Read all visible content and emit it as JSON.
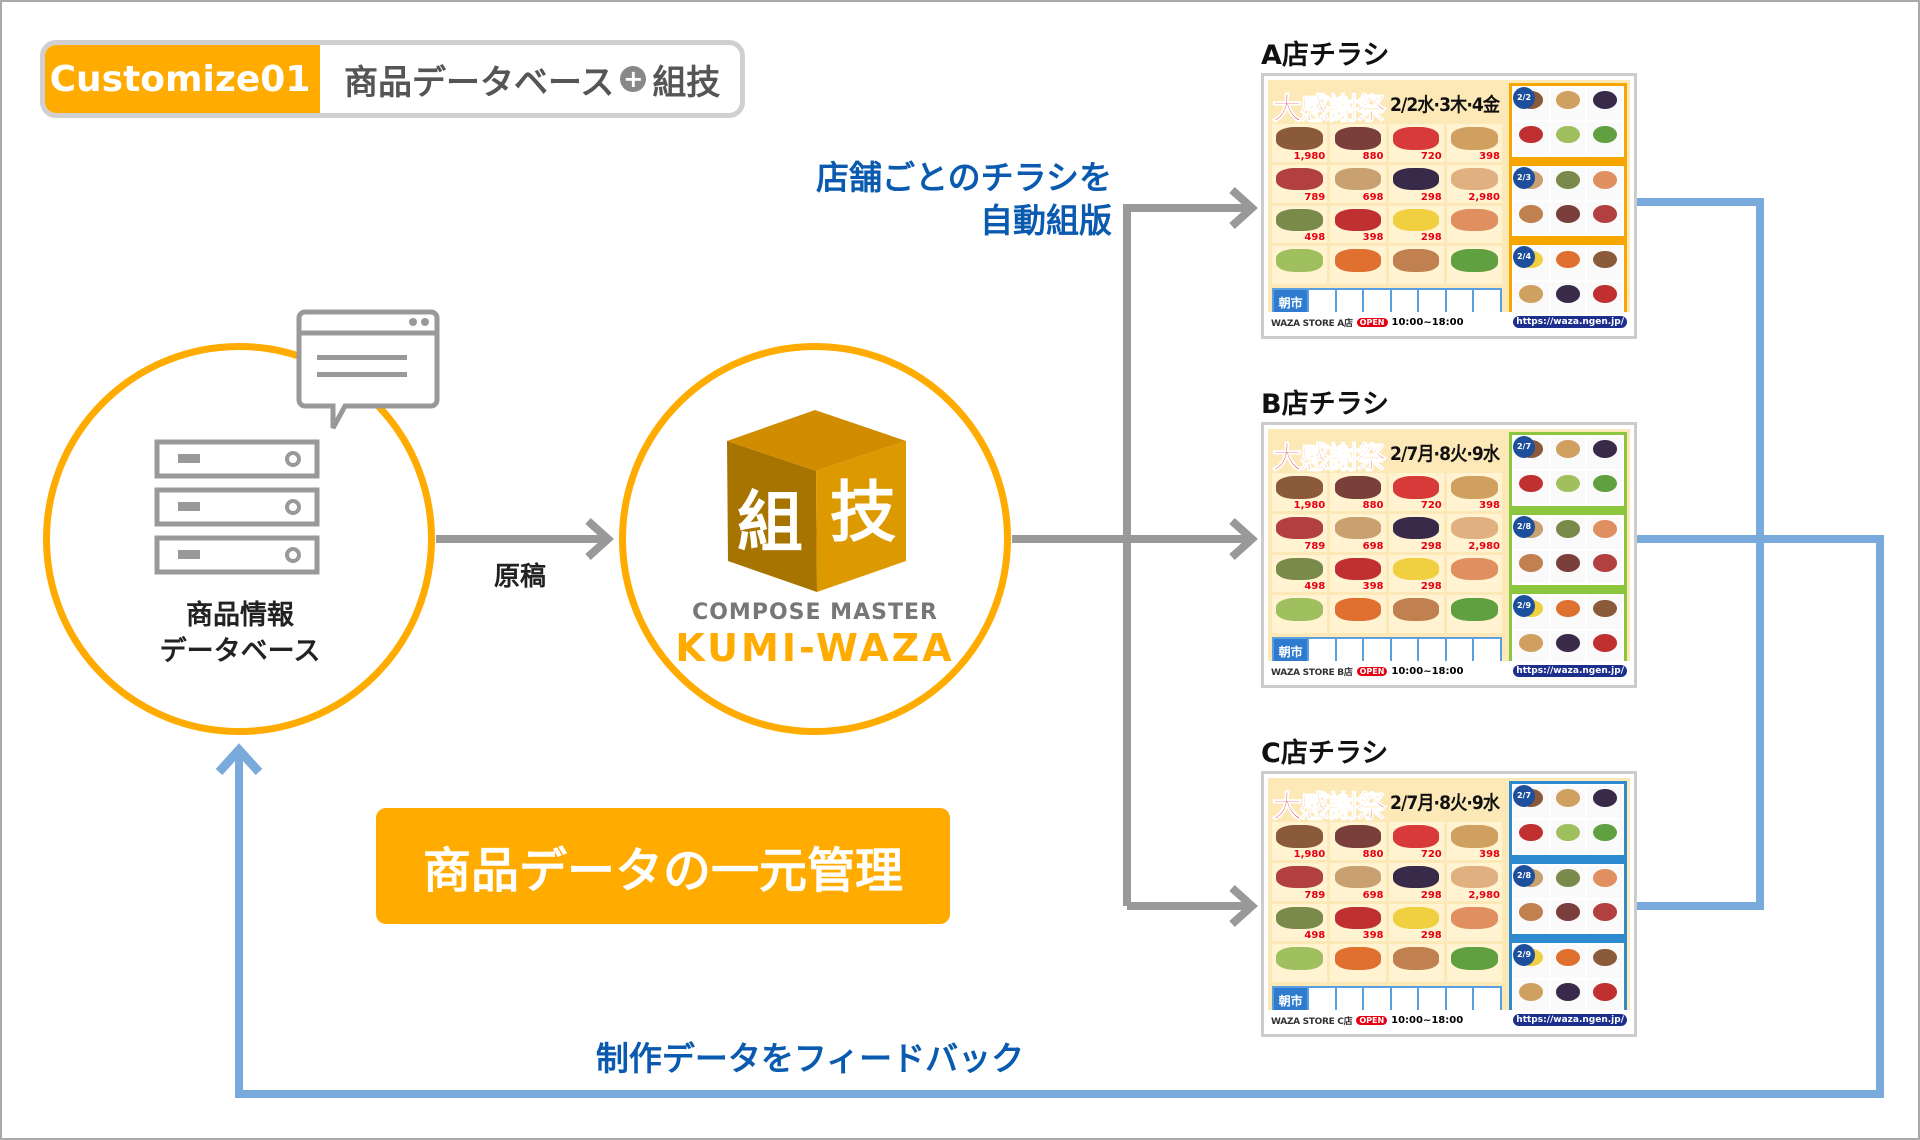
{
  "header": {
    "badge": "Customize01",
    "title_left": "商品データベース",
    "plus": "+",
    "title_right": "組技"
  },
  "database": {
    "label_line1": "商品情報",
    "label_line2": "データベース"
  },
  "arrow_label": "原稿",
  "engine": {
    "logo_kanji1": "組",
    "logo_kanji2": "技",
    "subtitle": "COMPOSE MASTER",
    "name": "KUMI-WAZA"
  },
  "auto_layout": {
    "line1": "店舗ごとのチラシを",
    "line2": "自動組版"
  },
  "central_management": "商品データの一元管理",
  "feedback": "制作データをフィードバック",
  "colors": {
    "orange": "#ffab00",
    "blue_line": "#7aa9dc",
    "gray_arrow": "#999999",
    "blue_text": "#0a5bb0"
  },
  "flyers": [
    {
      "label": "A店チラシ",
      "title": "大感謝祭",
      "date": "2/2水·3木·4金",
      "days": [
        "2/2",
        "2/3",
        "2/4"
      ],
      "store": "WAZA STORE A店",
      "open": "OPEN",
      "hours": "10:00~18:00",
      "url": "https://waza.ngen.jp/",
      "asaichi": "朝市",
      "accent": "#f7a600"
    },
    {
      "label": "B店チラシ",
      "title": "大感謝祭",
      "date": "2/7月·8火·9水",
      "days": [
        "2/7",
        "2/8",
        "2/9"
      ],
      "store": "WAZA STORE B店",
      "open": "OPEN",
      "hours": "10:00~18:00",
      "url": "https://waza.ngen.jp/",
      "asaichi": "朝市",
      "accent": "#8cc63f"
    },
    {
      "label": "C店チラシ",
      "title": "大感謝祭",
      "date": "2/7月·8火·9水",
      "days": [
        "2/7",
        "2/8",
        "2/9"
      ],
      "store": "WAZA STORE C店",
      "open": "OPEN",
      "hours": "10:00~18:00",
      "url": "https://waza.ngen.jp/",
      "asaichi": "朝市",
      "accent": "#2e8bd0"
    }
  ],
  "flyer_prices": [
    "1,980",
    "880",
    "720",
    "398",
    "789",
    "698",
    "298",
    "2,980",
    "498",
    "398",
    "298"
  ]
}
